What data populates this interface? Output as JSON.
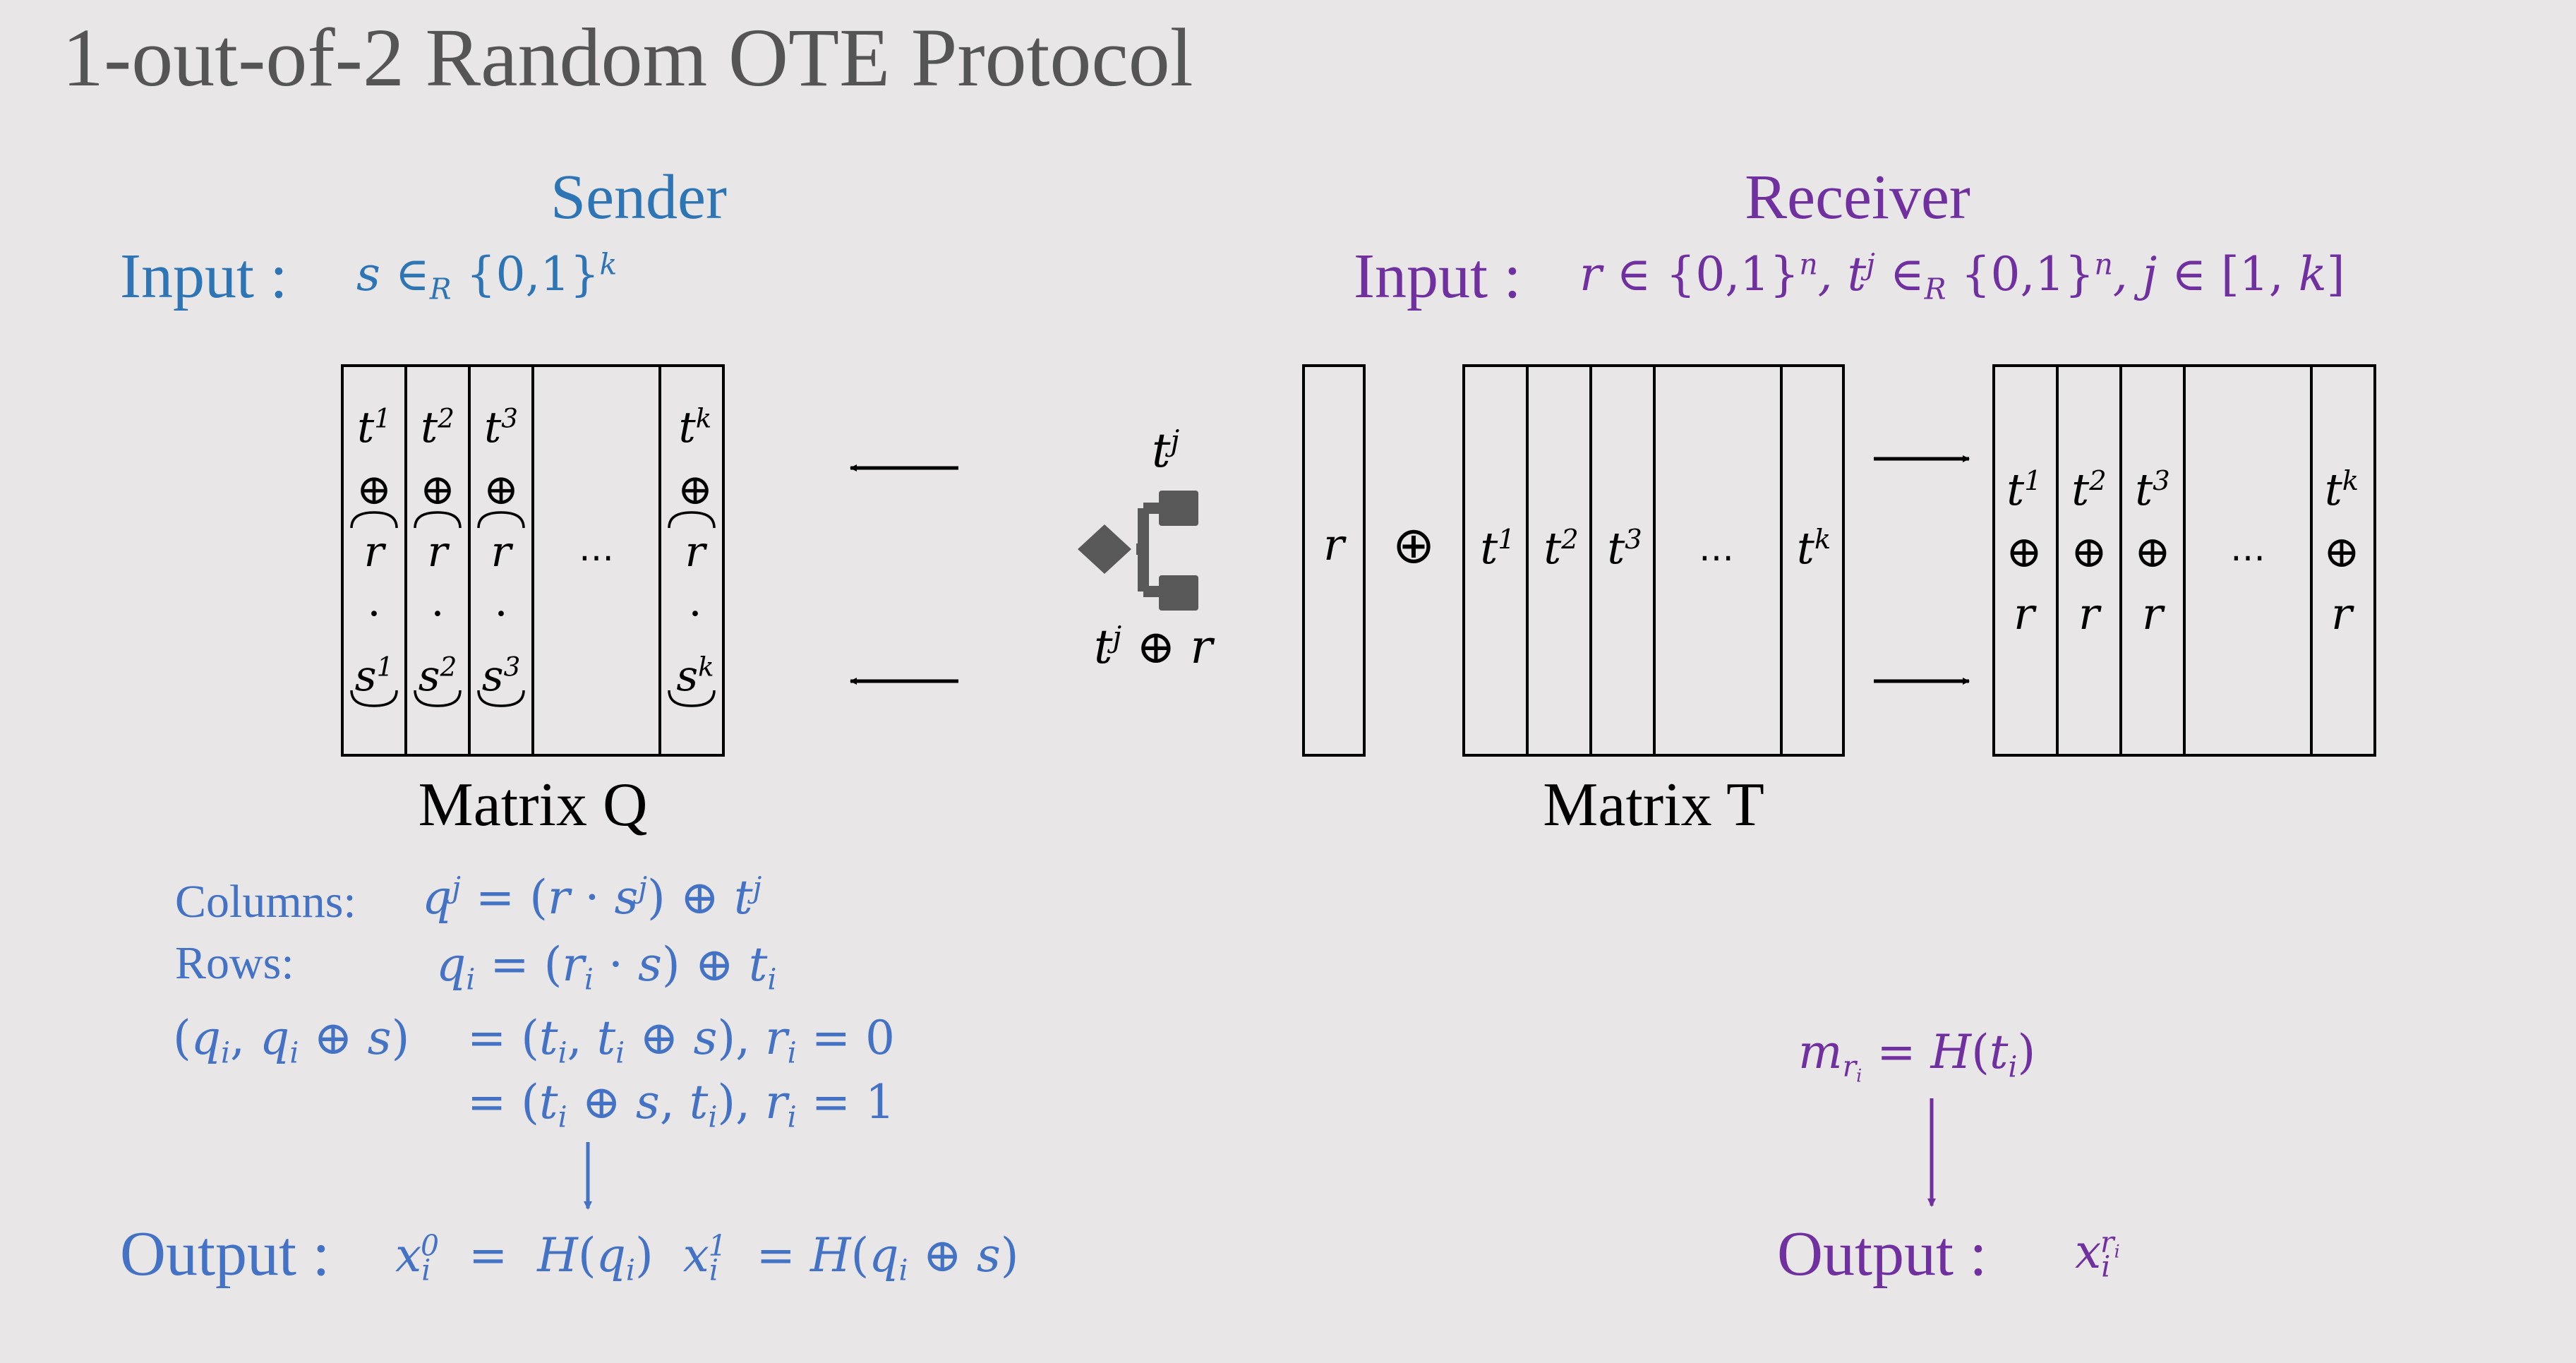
{
  "title": "1-out-of-2 Random OTE Protocol",
  "sender": {
    "heading": "Sender",
    "input_label": "Input :",
    "input_value": "s ∈R {0,1}k",
    "matrix_label": "Matrix Q",
    "columns_label": "Columns:",
    "columns_formula": "qj = (r · sj) ⊕ tj",
    "rows_label": "Rows:",
    "rows_formula": "qi = (ri · s) ⊕ ti",
    "pair_lhs": "(qi, qi ⊕ s)",
    "case0": "= (ti, ti ⊕ s), ri = 0",
    "case1": "= (ti ⊕ s, ti), ri = 1",
    "output_label": "Output :",
    "output_formula": "xi0 = H(qi)  xi1 = H(qi ⊕ s)"
  },
  "receiver": {
    "heading": "Receiver",
    "input_label": "Input :",
    "input_value": "r ∈ {0,1}n, tj ∈R {0,1}n, j ∈ [1, k]",
    "matrix_label": "Matrix T",
    "hash_formula": "mri = H(ti)",
    "output_label": "Output :",
    "output_formula": "xiri"
  },
  "ot": {
    "top_label": "tj",
    "bottom_label": "tj ⊕ r",
    "icon": "ot-functionality-icon"
  },
  "matrix_q_columns": [
    "1",
    "2",
    "3",
    "…",
    "k"
  ],
  "matrix_t_columns": [
    "1",
    "2",
    "3",
    "…",
    "k"
  ],
  "r_label": "r",
  "xor_symbol": "⊕",
  "ellipsis": "…",
  "colors": {
    "background": "#e8e6e6",
    "title": "#555555",
    "sender": "#2e75b6",
    "sender_formula": "#4472c4",
    "receiver": "#7030a0",
    "icon": "#595959"
  }
}
